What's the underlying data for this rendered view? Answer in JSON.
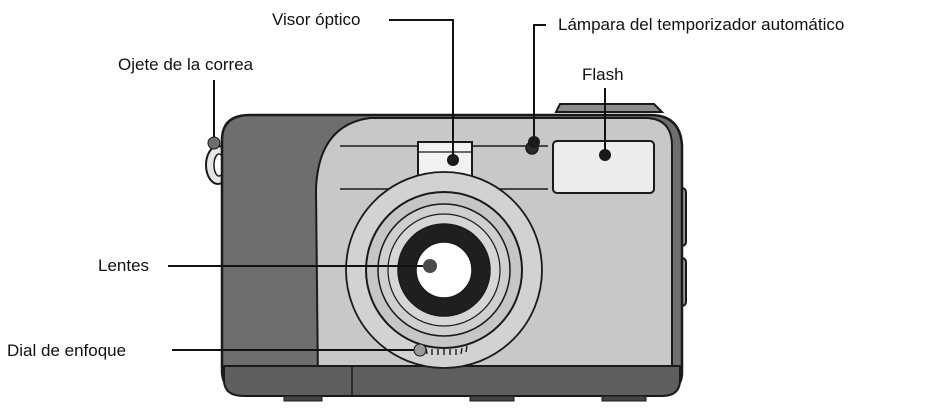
{
  "callouts": {
    "optical_viewfinder": "Visor óptico",
    "self_timer_lamp": "Lámpara del temporizador automático",
    "strap_eyelet": "Ojete de la correa",
    "flash": "Flash",
    "lens": "Lentes",
    "focus_dial": "Dial de enfoque"
  },
  "colors": {
    "outline": "#1a1a1a",
    "grip": "#6e6e6e",
    "front_panel": "#c8c8c8",
    "lens_bezel": "#d2d2d2",
    "flash_window": "#ececec",
    "viewfinder_window": "#f2f2f2",
    "lens_center": "#ffffff"
  }
}
